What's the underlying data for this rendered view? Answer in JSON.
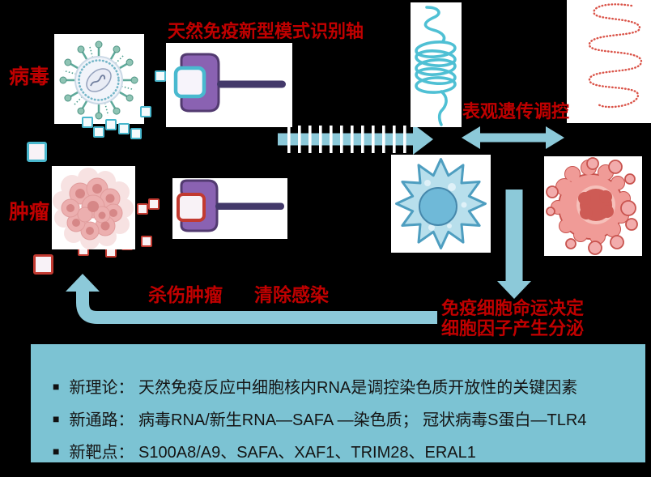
{
  "header": {
    "title": "天然免疫新型模式识别轴"
  },
  "labels": {
    "virus": "病毒",
    "tumor": "肿瘤",
    "epigenetic_regulation": "表观遗传调控",
    "kill_tumor": "杀伤肿瘤",
    "clear_infection": "清除感染",
    "immune_fate": "免疫细胞命运决定",
    "cytokine_secretion": "细胞因子产生分泌"
  },
  "summary": {
    "bullet": "■",
    "items": [
      {
        "text": "新理论： 天然免疫反应中细胞核内RNA是调控染色质开放性的关键因素"
      },
      {
        "text": "新通路： 病毒RNA/新生RNA—SAFA —染色质； 冠状病毒S蛋白—TLR4"
      },
      {
        "text": "新靶点： S100A8/A9、SAFA、XAF1、TRIM28、ERAL1"
      }
    ]
  },
  "colors": {
    "background": "#000000",
    "red_text": "#C00000",
    "arrow_teal": "#8CC9D9",
    "summary_box": "#7CC3D3",
    "receptor_purple": "#8A62B2",
    "receptor_stem": "#43396A",
    "ligand_teal_border": "#49B7CD",
    "ligand_red_border": "#C23A31",
    "condensed_chromatin": "#4FC0D4",
    "open_chromatin": "#DA5348"
  },
  "icons": {
    "virus": "virus-icon",
    "receptor": "pattern-recognition-receptor-icon",
    "condensed_chromatin": "condensed-chromatin-icon",
    "open_chromatin": "open-chromatin-icon",
    "immune_cell": "dendritic-cell-icon",
    "tumor_cell": "tumor-cell-icon",
    "tumor_cluster": "tumor-cluster-icon"
  }
}
